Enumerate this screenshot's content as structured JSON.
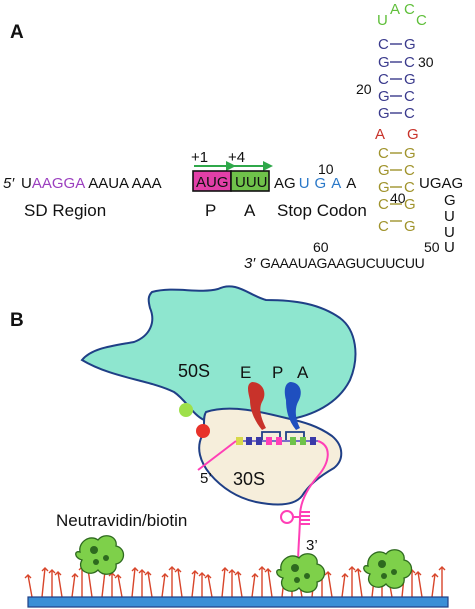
{
  "colors": {
    "black": "#111111",
    "purple": "#9b3fbf",
    "magenta_box": "#e23fa8",
    "green_box": "#6fc24a",
    "arrow_green": "#2fa84a",
    "blue": "#2a78c8",
    "navy": "#3a3a8c",
    "green": "#5fbf3a",
    "red": "#c8322a",
    "olive": "#a0932c",
    "ribosome_50s": "#8ee6cf",
    "ribosome_30s": "#f6eedb",
    "outline": "#1f3f86",
    "trna_red": "#c8322a",
    "trna_blue": "#1f4fbf",
    "surface_blue": "#3a8fd6",
    "surface_red": "#d8452a",
    "neutravidin": "#7ed04a",
    "mrna_pink": "#ff3fb6",
    "dot_green": "#9ee04a",
    "dot_red": "#e8322a"
  },
  "panel_a": {
    "label": "A",
    "five_prime": "5′",
    "three_prime": "3′",
    "seq_start": "U",
    "sd_bases": "AAGGA",
    "seq_mid": "AAUA AAA",
    "codon_p": "AUG",
    "codon_a": "UUU",
    "seq_ag": "AG",
    "stop_bases": [
      "U",
      "G",
      "A"
    ],
    "seq_a": "A",
    "after_stem": "UGAG",
    "loop_vertical": [
      "G",
      "U",
      "U"
    ],
    "bottom_u": "U",
    "bottom_seq": "GAAAUAGAAGUCUUCUU",
    "num_1": "+1",
    "num_4": "+4",
    "num_10": "10",
    "num_20": "20",
    "num_30": "30",
    "num_40": "40",
    "num_50": "50",
    "num_60": "60",
    "sd_label": "SD Region",
    "p_label": "P",
    "a_label": "A",
    "stop_label": "Stop Codon",
    "hairpin_loop": [
      "U",
      "A",
      "C",
      "C"
    ],
    "stem_navy": [
      [
        "C",
        "G"
      ],
      [
        "G",
        "C"
      ],
      [
        "C",
        "G"
      ],
      [
        "G",
        "C"
      ],
      [
        "G",
        "C"
      ]
    ],
    "stem_red": [
      "A",
      "G"
    ],
    "stem_olive": [
      [
        "C",
        "G"
      ],
      [
        "G",
        "C"
      ],
      [
        "G",
        "C"
      ],
      [
        "C",
        "G"
      ],
      [
        "C",
        "G"
      ]
    ]
  },
  "panel_b": {
    "label": "B",
    "large_subunit": "50S",
    "small_subunit": "30S",
    "site_e": "E",
    "site_p": "P",
    "site_a": "A",
    "five_prime": "5’",
    "three_prime": "3’",
    "surface_label": "Neutravidin/biotin"
  }
}
